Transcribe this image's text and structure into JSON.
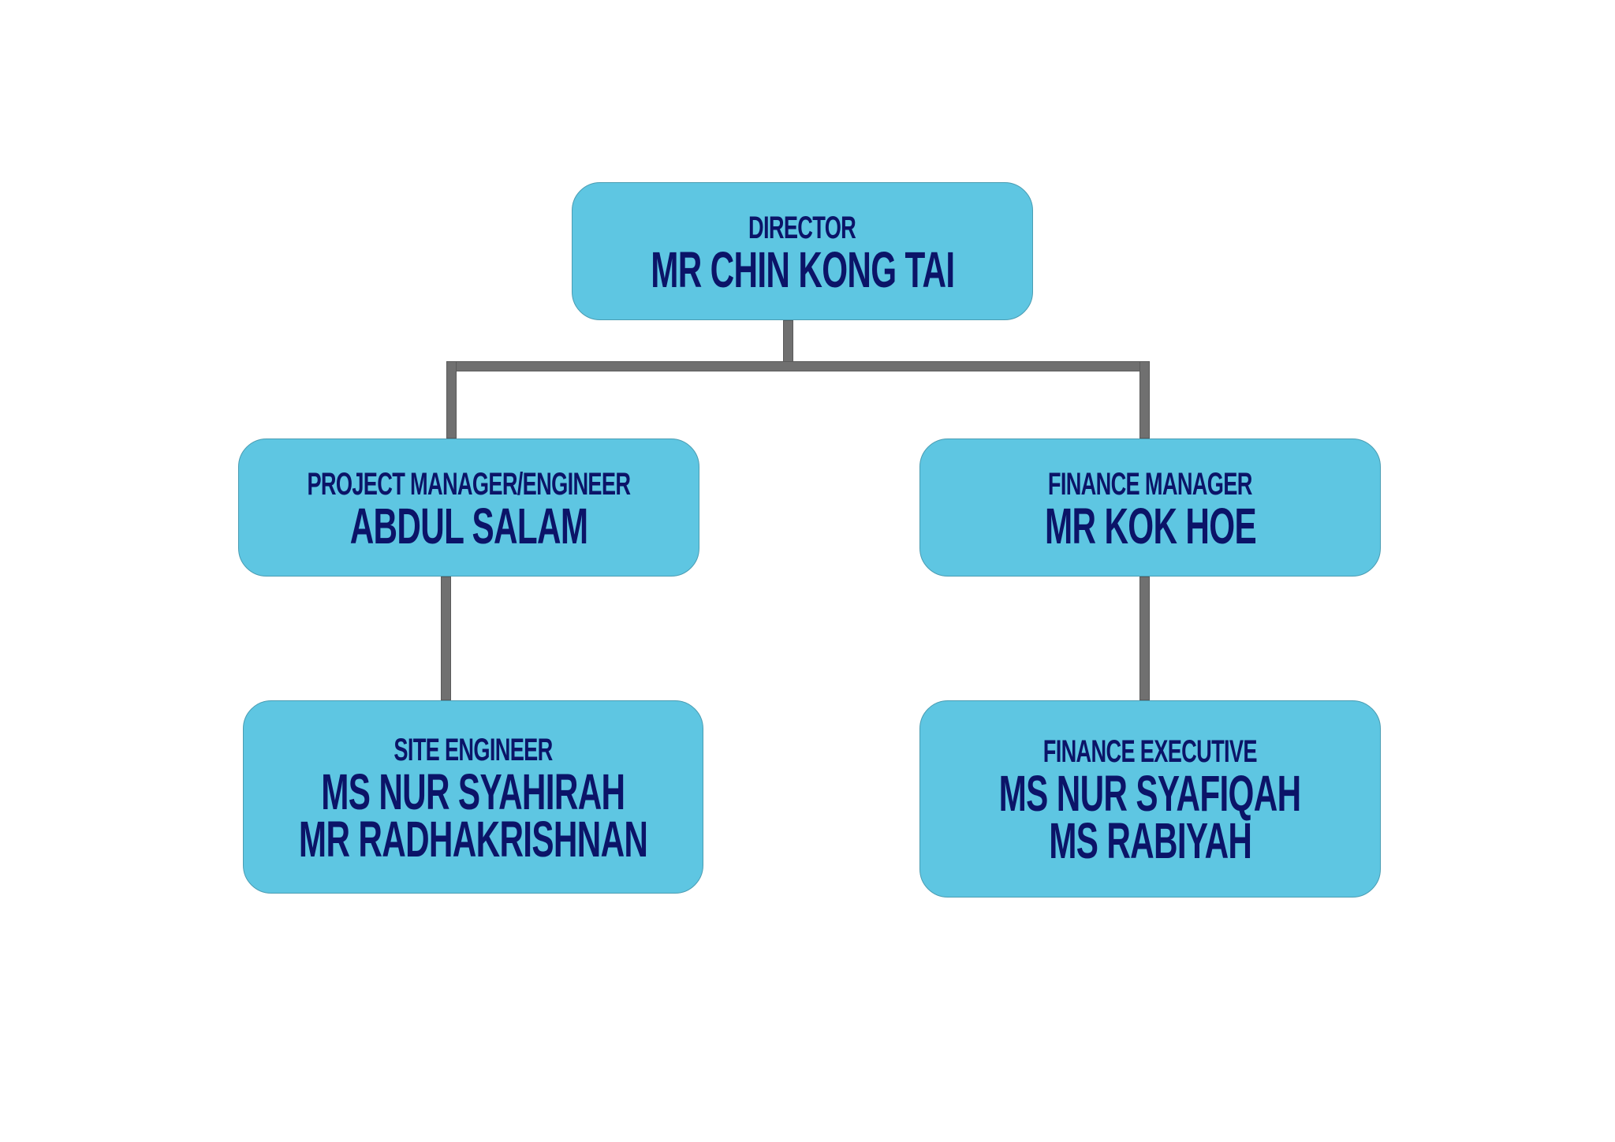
{
  "chart": {
    "nodes": [
      {
        "id": "director",
        "title": "DIRECTOR",
        "names": [
          "MR CHIN KONG TAI"
        ]
      },
      {
        "id": "project-manager",
        "title": "PROJECT MANAGER/ENGINEER",
        "names": [
          "ABDUL SALAM"
        ]
      },
      {
        "id": "finance-manager",
        "title": "FINANCE MANAGER",
        "names": [
          "MR KOK HOE"
        ]
      },
      {
        "id": "site-engineer",
        "title": "SITE ENGINEER",
        "names": [
          "MS NUR SYAHIRAH",
          "MR RADHAKRISHNAN"
        ]
      },
      {
        "id": "finance-executive",
        "title": "FINANCE EXECUTIVE",
        "names": [
          "MS NUR SYAFIQAH",
          "MS RABIYAH"
        ]
      }
    ],
    "edges": [
      [
        "director",
        "project-manager"
      ],
      [
        "director",
        "finance-manager"
      ],
      [
        "project-manager",
        "site-engineer"
      ],
      [
        "finance-manager",
        "finance-executive"
      ]
    ],
    "colors": {
      "box": "#5ec6e2",
      "text": "#0b1468",
      "connector": "#707070"
    }
  }
}
